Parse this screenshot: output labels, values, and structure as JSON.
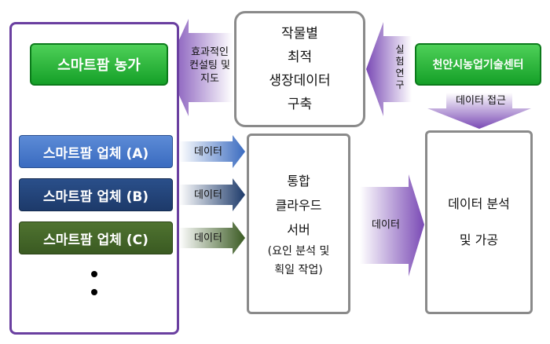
{
  "left_group": {
    "farm": "스마트팜 농가",
    "companies": [
      "스마트팜 업체 (A)",
      "스마트팜 업체 (B)",
      "스마트팜 업체 (C)"
    ]
  },
  "consulting_arrow": [
    "효과적인",
    "컨설팅 및",
    "지도"
  ],
  "growth_box": [
    "작물별",
    "최적",
    "생장데이터",
    "구축"
  ],
  "research_arrow": [
    "실",
    "험",
    "연",
    "구"
  ],
  "center": "천안시농업기술센터",
  "data_access_label": "데이터 접근",
  "data_label": "데이터",
  "cloud_box": {
    "lines": [
      "통합",
      "클라우드",
      "서버"
    ],
    "sub": [
      "(요인 분석 및",
      "획일 작업)"
    ]
  },
  "analysis_box": [
    "데이터 분석",
    "및 가공"
  ],
  "colors": {
    "purple": "#6a3fa0",
    "green": "#15a028",
    "company_a": "#3a6bc0",
    "company_b": "#1d3a6a",
    "company_c": "#3a5a22"
  }
}
